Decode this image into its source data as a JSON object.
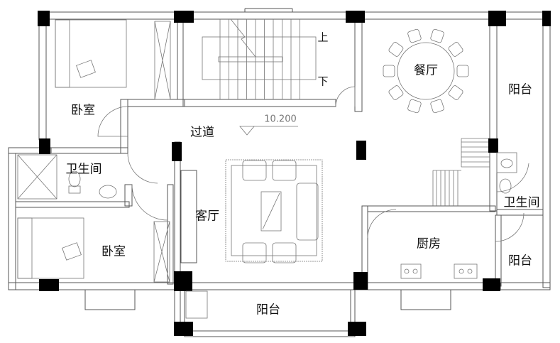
{
  "plan": {
    "rooms": {
      "bedroom_top_left": "卧室",
      "stair_up": "上",
      "stair_down": "下",
      "dining": "餐厅",
      "balcony_right_top": "阳台",
      "corridor": "过道",
      "bathroom_left": "卫生间",
      "bathroom_right": "卫生间",
      "living": "客厅",
      "bedroom_bottom_left": "卧室",
      "kitchen": "厨房",
      "balcony_right_bottom": "阳台",
      "balcony_bottom": "阳台"
    },
    "elevation": "10.200"
  }
}
